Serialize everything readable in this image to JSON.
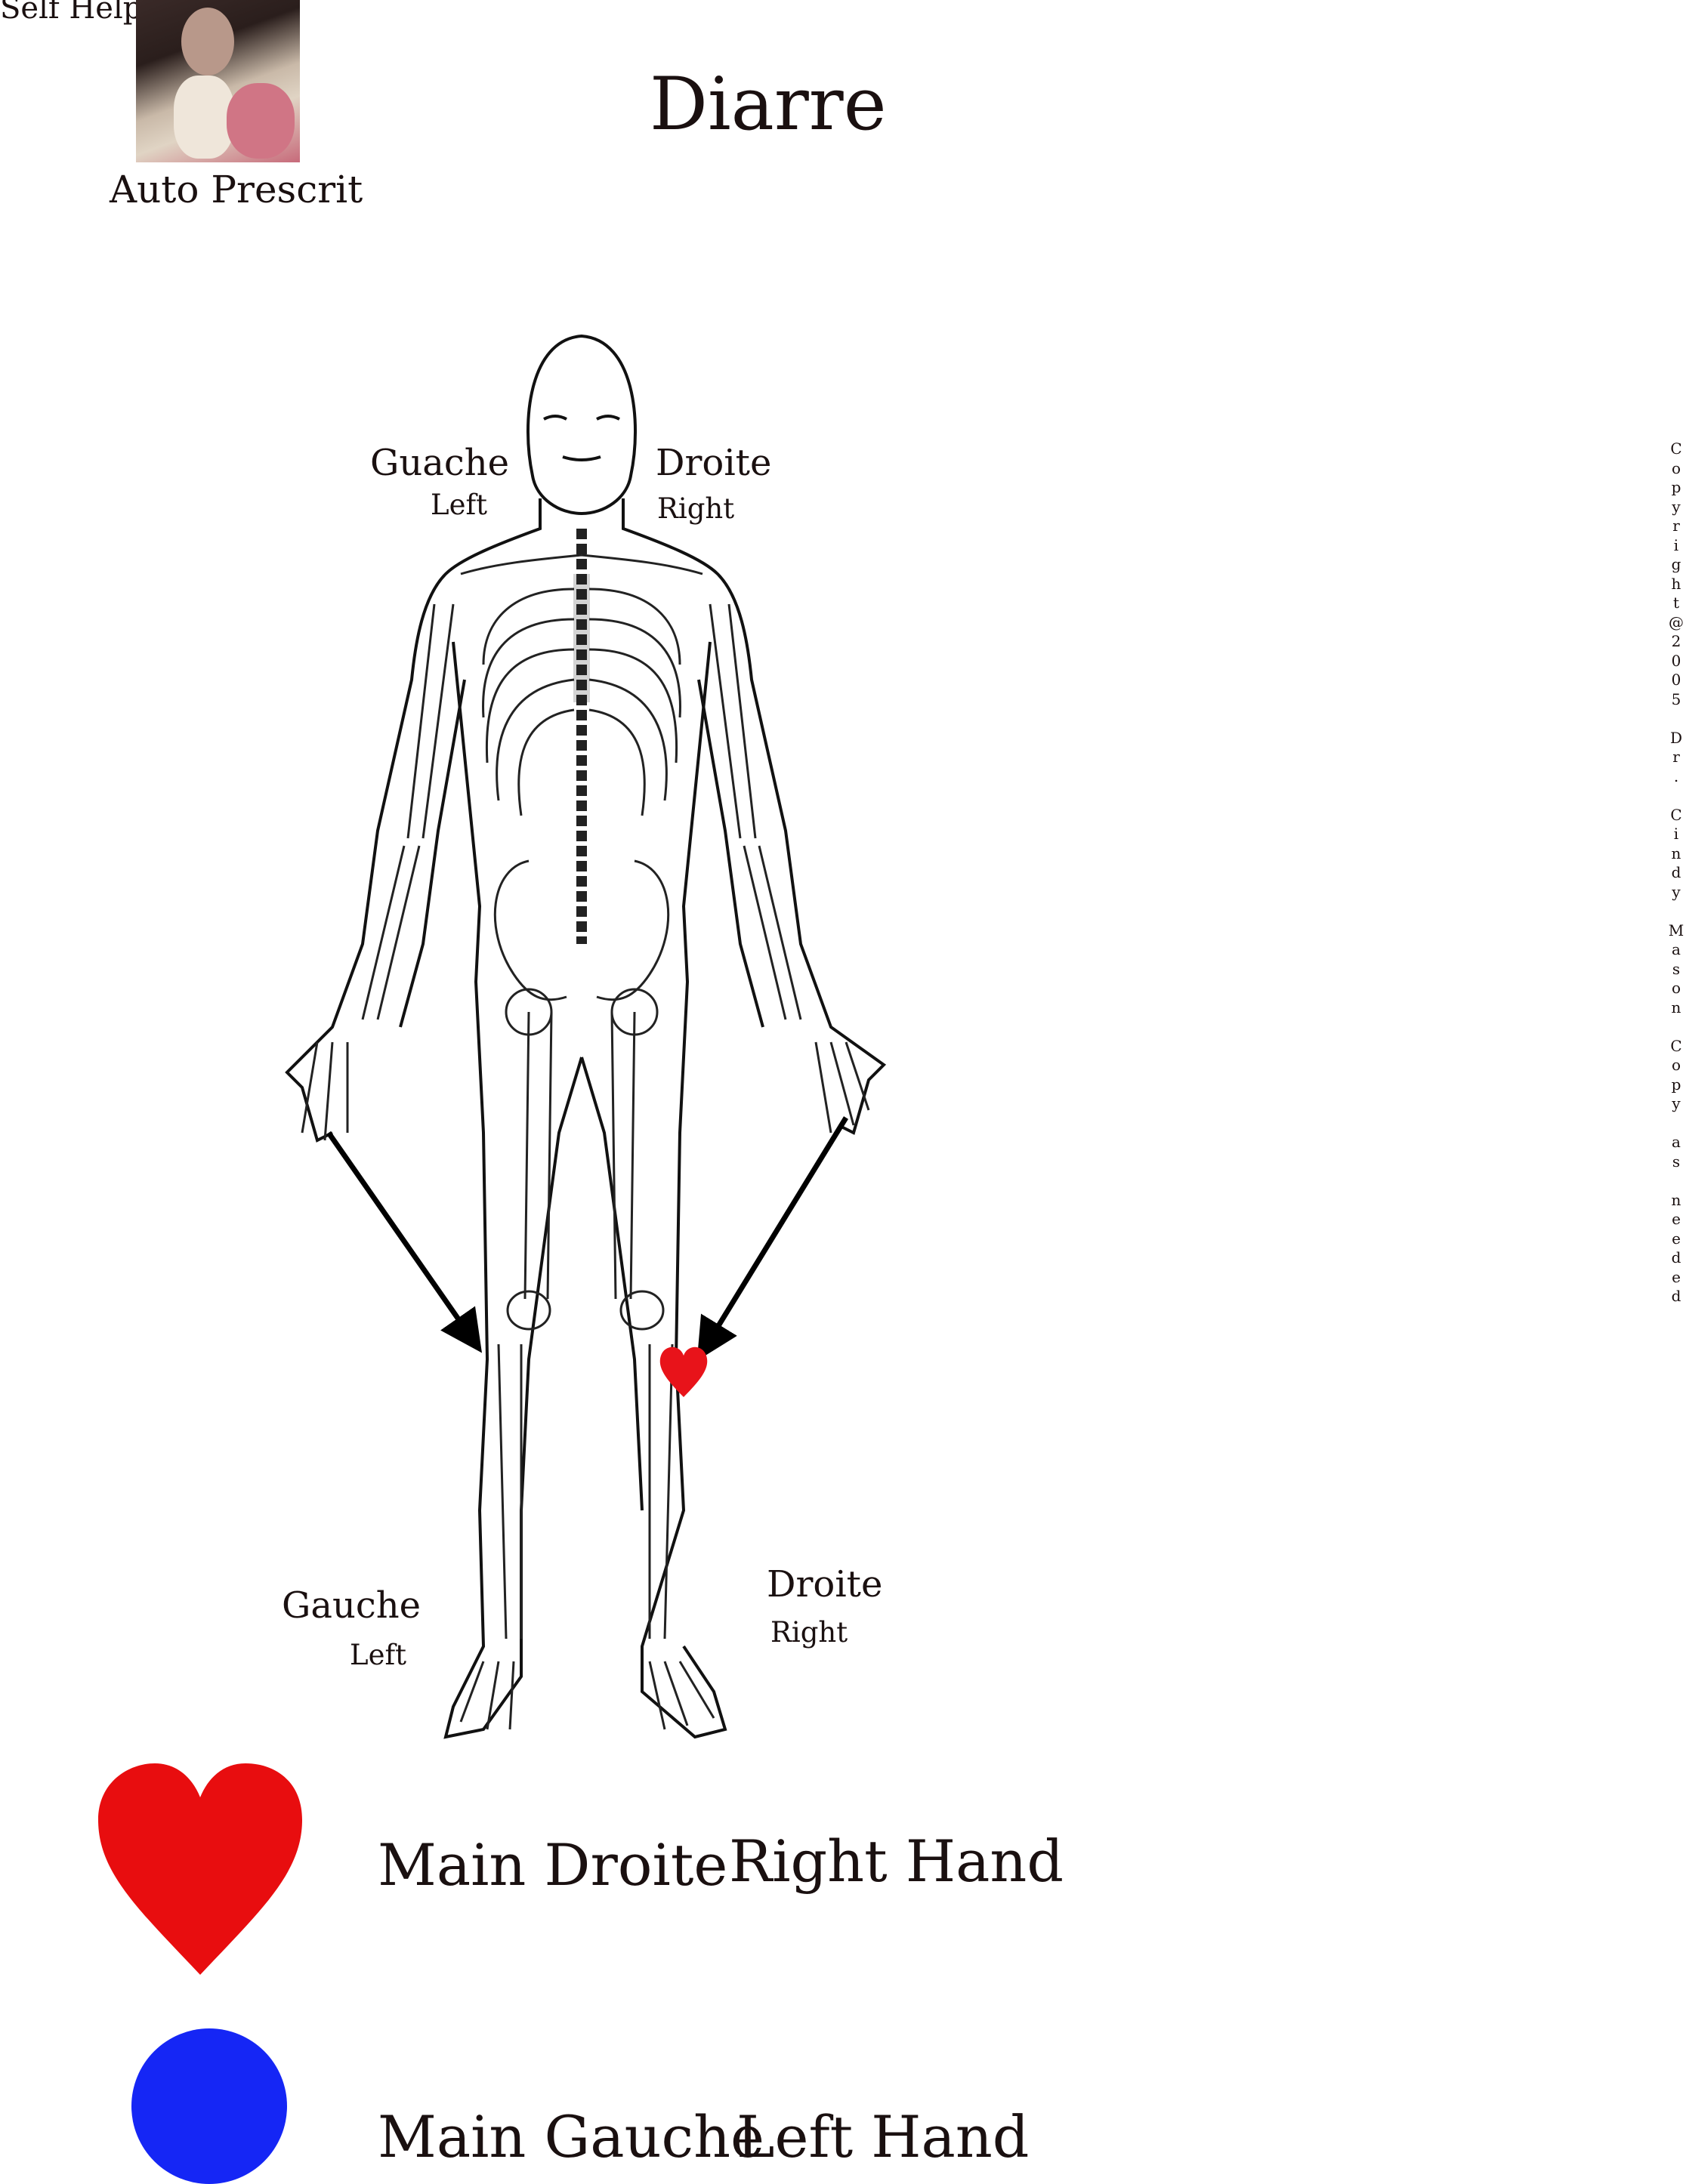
{
  "header": {
    "self_help": "Self Help",
    "photo_caption": "Auto Prescrit",
    "title": "Diarre"
  },
  "diagram": {
    "upper_left_fr": "Guache",
    "upper_left_en": "Left",
    "upper_right_fr": "Droite",
    "upper_right_en": "Right",
    "lower_left_fr": "Gauche",
    "lower_left_en": "Left",
    "lower_right_fr": "Droite",
    "lower_right_en": "Right",
    "marker_color": "#e8131a"
  },
  "copyright": "Copyright@2005 Dr. Cindy Mason Copy as needed",
  "legend": [
    {
      "icon": "heart-icon",
      "color": "#e80d0f",
      "fr": "Main Droite",
      "en": "Right Hand"
    },
    {
      "icon": "circle-icon",
      "color": "#1526f5",
      "fr": "Main Gauche",
      "en": "Left Hand"
    }
  ]
}
